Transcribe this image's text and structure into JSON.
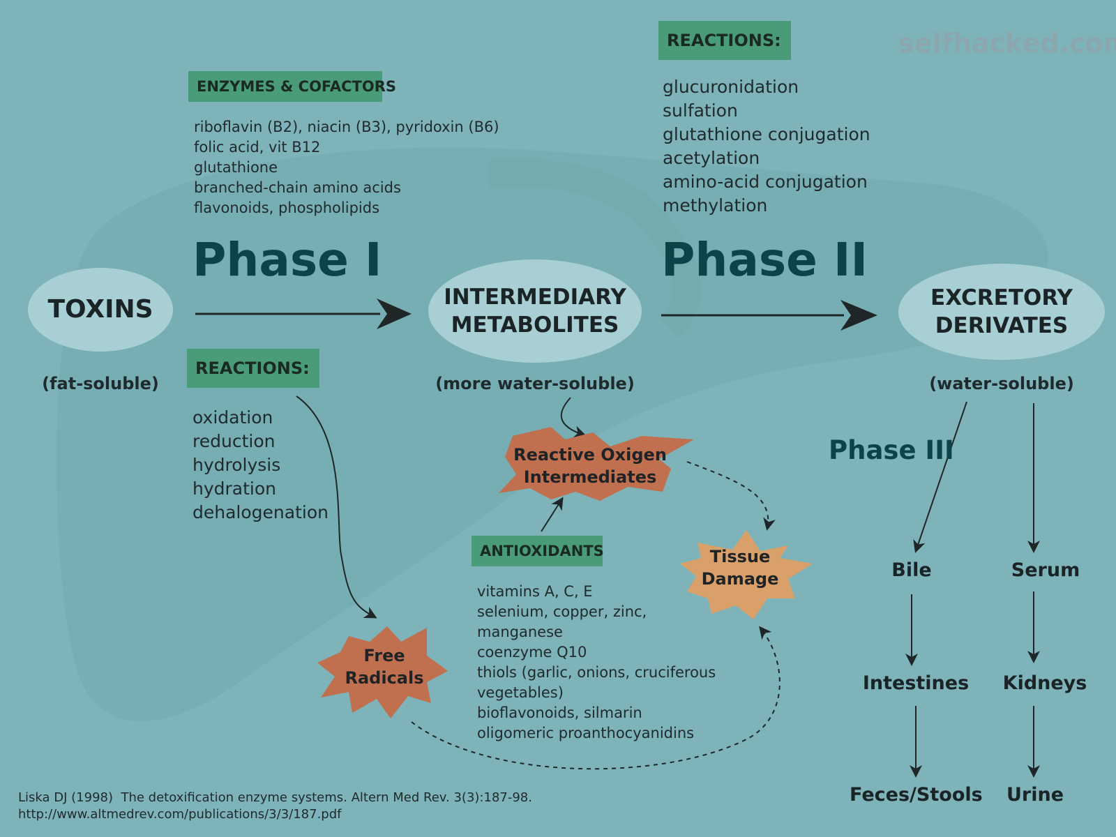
{
  "watermark": "selfhacked.com",
  "enzymes": {
    "label": "ENZYMES & COFACTORS",
    "items": [
      "riboflavin (B2), niacin (B3), pyridoxin (B6)",
      "folic acid, vit B12",
      "glutathione",
      "branched-chain amino acids",
      "flavonoids, phospholipids"
    ]
  },
  "phase2_reactions": {
    "label": "REACTIONS:",
    "items": [
      "glucuronidation",
      "sulfation",
      "glutathione conjugation",
      "acetylation",
      "amino-acid conjugation",
      "methylation"
    ]
  },
  "phase1": {
    "title": "Phase I"
  },
  "phase2": {
    "title": "Phase II"
  },
  "phase3": {
    "title": "Phase III"
  },
  "toxins": {
    "label": "TOXINS",
    "solubility": "(fat-soluble)"
  },
  "intermediary": {
    "line1": "INTERMEDIARY",
    "line2": "METABOLITES",
    "solubility": "(more water-soluble)"
  },
  "excretory": {
    "line1": "EXCRETORY",
    "line2": "DERIVATES",
    "solubility": "(water-soluble)"
  },
  "phase1_reactions": {
    "label": "REACTIONS:",
    "items": [
      "oxidation",
      "reduction",
      "hydrolysis",
      "hydration",
      "dehalogenation"
    ]
  },
  "roi": {
    "line1": "Reactive Oxigen",
    "line2": "Intermediates",
    "color": "#c0704e"
  },
  "free_radicals": {
    "line1": "Free",
    "line2": "Radicals",
    "color": "#c0704e"
  },
  "tissue_damage": {
    "line1": "Tissue",
    "line2": "Damage",
    "color": "#d9a06a"
  },
  "antioxidants": {
    "label": "ANTIOXIDANTS",
    "items": [
      "vitamins A, C, E",
      "selenium, copper, zinc,",
      "manganese",
      "coenzyme Q10",
      "thiols (garlic, onions, cruciferous",
      "vegetables)",
      "bioflavonoids, silmarin",
      "oligomeric proanthocyanidins"
    ]
  },
  "excretion": {
    "bile": "Bile",
    "serum": "Serum",
    "intestines": "Intestines",
    "kidneys": "Kidneys",
    "feces": "Feces/Stools",
    "urine": "Urine"
  },
  "citation": {
    "line1": "Liska DJ (1998)  The detoxification enzyme systems. Altern Med Rev. 3(3):187-98.",
    "line2": "http://www.altmedrev.com/publications/3/3/187.pdf"
  },
  "colors": {
    "background": "#7db3b9",
    "label_box": "#4a9c78",
    "oval": "#a8cfd4",
    "phase_title": "#0c4248"
  }
}
